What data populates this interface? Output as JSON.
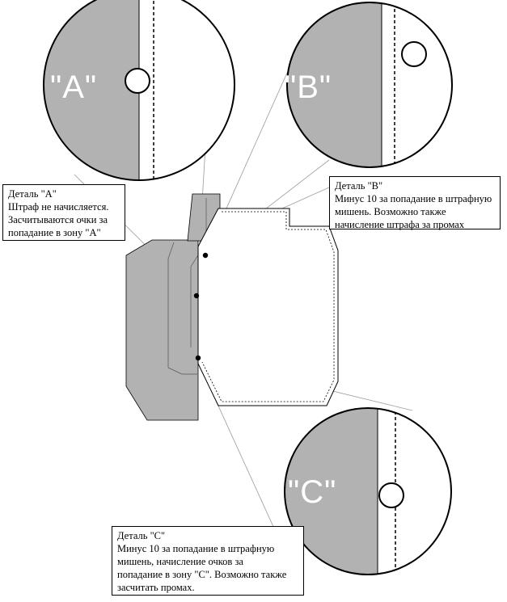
{
  "details": {
    "a": {
      "zoom_label": "\"A\"",
      "lines": [
        "Деталь \"А\"",
        "Штраф не начисляется.",
        "Засчитываются очки за",
        "попадание в зону \"А\""
      ]
    },
    "b": {
      "zoom_label": "\"B\"",
      "lines": [
        "Деталь \"В\"",
        "Минус 10 за попадание в штрафную",
        "мишень. Возможно также",
        "начисление штрафа за промах"
      ]
    },
    "c": {
      "zoom_label": "\"C\"",
      "lines": [
        "Деталь \"С\"",
        "Минус 10 за попадание в штрафную",
        "мишень, начисление очков за",
        "попадание в зону \"С\". Возможно также",
        "засчитать промах."
      ]
    }
  },
  "colors": {
    "penalty_gray": "#b2b2b2",
    "outline": "#000000",
    "background": "#ffffff"
  }
}
